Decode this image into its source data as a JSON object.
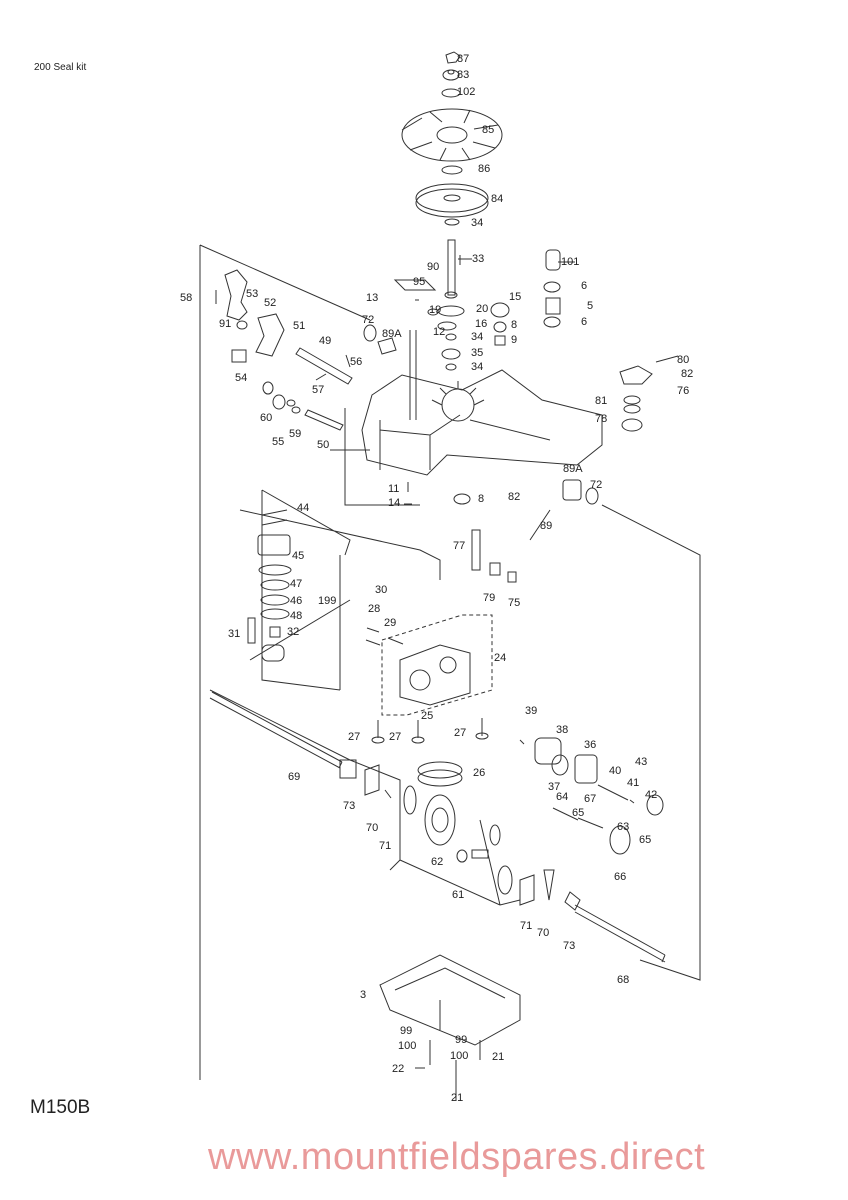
{
  "header": {
    "title": "200 Seal kit"
  },
  "footer": {
    "model": "M150B"
  },
  "watermark": {
    "text": "www.mountfieldspares.direct"
  },
  "part_labels": [
    "87",
    "83",
    "102",
    "85",
    "86",
    "84",
    "34",
    "33",
    "101",
    "90",
    "95",
    "6",
    "58",
    "53",
    "13",
    "15",
    "20",
    "19",
    "5",
    "52",
    "72",
    "16",
    "8",
    "6",
    "51",
    "91",
    "89A",
    "12",
    "34",
    "9",
    "49",
    "35",
    "56",
    "80",
    "54",
    "34",
    "82",
    "57",
    "76",
    "60",
    "59",
    "55",
    "81",
    "50",
    "78",
    "89A",
    "72",
    "11",
    "82",
    "14",
    "8",
    "89",
    "44",
    "45",
    "77",
    "47",
    "79",
    "75",
    "30",
    "28",
    "29",
    "46",
    "199",
    "48",
    "31",
    "32",
    "24",
    "25",
    "39",
    "27",
    "27",
    "27",
    "38",
    "36",
    "69",
    "26",
    "37",
    "40",
    "43",
    "41",
    "42",
    "64",
    "67",
    "65",
    "73",
    "70",
    "63",
    "65",
    "71",
    "62",
    "66",
    "61",
    "71",
    "70",
    "73",
    "68",
    "3",
    "99",
    "100",
    "99",
    "100",
    "21",
    "22",
    "21"
  ],
  "colors": {
    "line": "#333333",
    "watermark": "#e07878"
  }
}
